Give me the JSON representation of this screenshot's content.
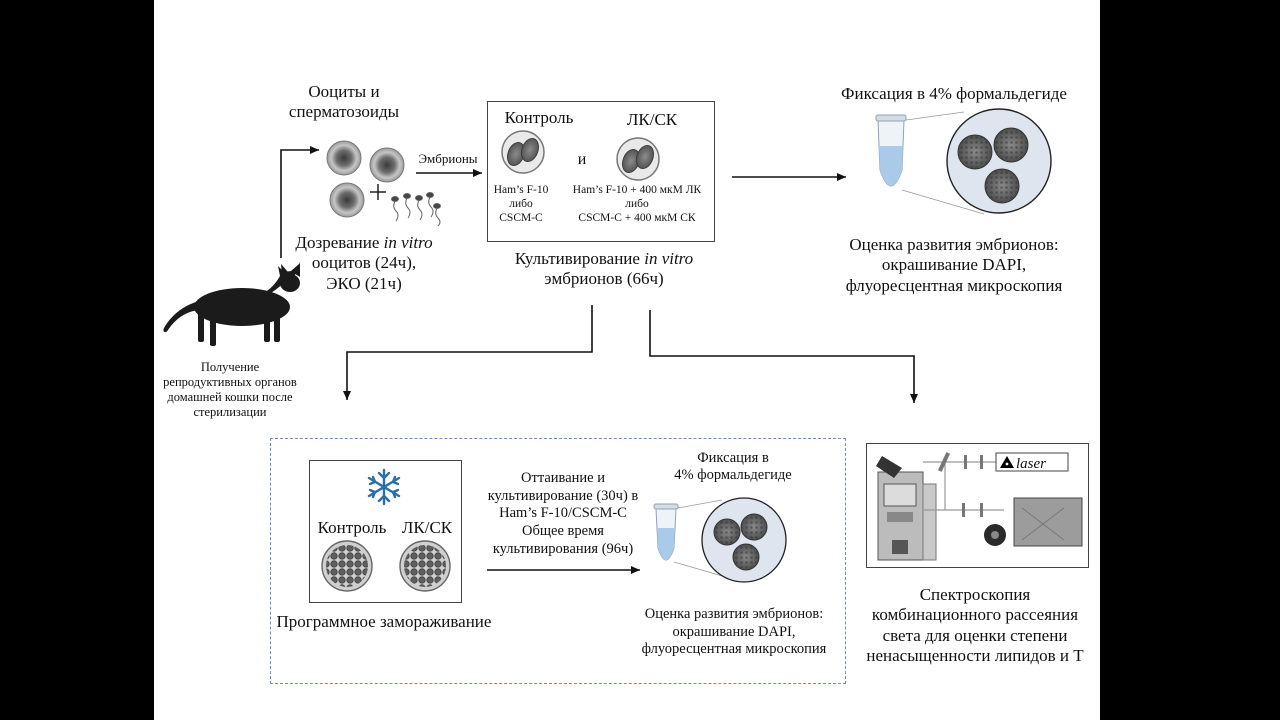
{
  "top_left": {
    "oocytes_label": "Ооциты и сперматозоиды",
    "embryos_label": "Эмбрионы",
    "maturation_line1_prefix": "Дозревание ",
    "maturation_line1_italic": "in vitro",
    "maturation_line2": "ооцитов (24ч),",
    "maturation_line3": "ЭКО (21ч)"
  },
  "cat_caption": {
    "line1": "Получение",
    "line2": "репродуктивных органов",
    "line3": "домашней кошки после",
    "line4": "стерилизации"
  },
  "culture_box": {
    "control_title": "Контроль",
    "and_label": "и",
    "treatment_title": "ЛК/СК",
    "control_medium_line1": "Ham’s F-10",
    "control_medium_line2": "либо",
    "control_medium_line3": "CSCM-C",
    "treatment_medium_line1": "Ham’s F-10 + 400 мкМ ЛК",
    "treatment_medium_line2": "либо",
    "treatment_medium_line3": "CSCM-C + 400 мкМ СК",
    "caption_line1_prefix": "Культивирование ",
    "caption_line1_italic": "in vitro",
    "caption_line2": "эмбрионов (66ч)"
  },
  "top_right": {
    "fixation_label": "Фиксация в 4% формальдегиде",
    "assessment_line1": "Оценка развития эмбрионов:",
    "assessment_line2": "окрашивание DAPI,",
    "assessment_line3": "флуоресцентная микроскопия"
  },
  "freezing_panel": {
    "control_label": "Контроль",
    "treatment_label": "ЛК/СК",
    "caption": "Программное замораживание",
    "thaw_line1": "Оттаивание и",
    "thaw_line2": "культивирование (30ч) в",
    "thaw_line3": "Ham’s F-10/CSCM-C",
    "thaw_line4": "Общее время",
    "thaw_line5": "культивирования (96ч)",
    "fix_line1": "Фиксация в",
    "fix_line2": "4% формальдегиде",
    "assess_line1": "Оценка развития эмбрионов:",
    "assess_line2": "окрашивание DAPI,",
    "assess_line3": "флуоресцентная микроскопия"
  },
  "raman": {
    "laser_label": "laser",
    "line1": "Спектроскопия",
    "line2": "комбинационного рассеяния",
    "line3": "света для оценки степени",
    "line4": "ненасыщенности липидов и T"
  },
  "colors": {
    "page_background": "#000000",
    "slide_background": "#ffffff",
    "dashed_border": "#6a8fb5",
    "snowflake": "#2a6fa6",
    "text": "#111111"
  },
  "icons": [
    "cat-silhouette-icon",
    "oocyte-icon",
    "sperm-icon",
    "embryo-icon",
    "snowflake-icon",
    "test-tube-icon",
    "microscopy-circle-icon",
    "raman-setup-icon",
    "laser-warning-icon"
  ]
}
